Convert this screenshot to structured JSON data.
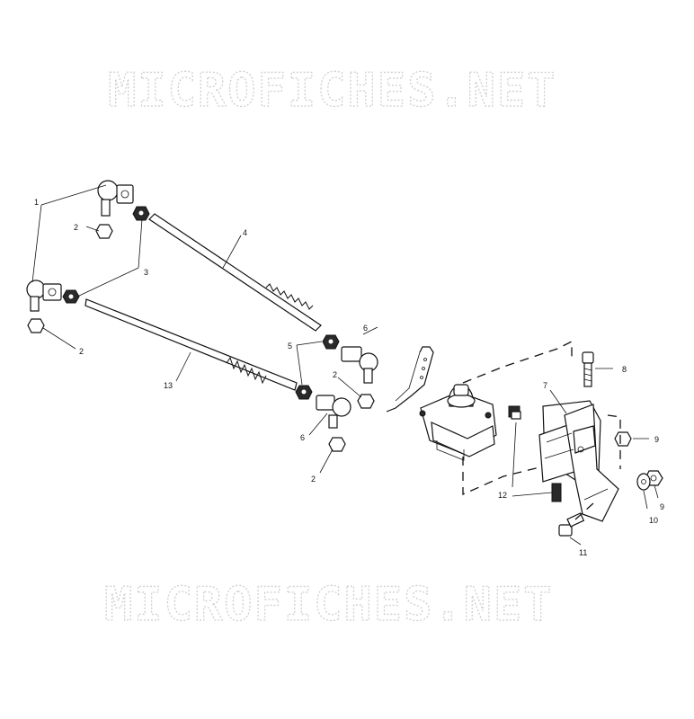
{
  "watermark": {
    "top": "MICROFICHES.NET",
    "bottom": "MICROFICHES.NET"
  },
  "callouts": [
    {
      "id": "c1",
      "text": "1"
    },
    {
      "id": "c2a",
      "text": "2"
    },
    {
      "id": "c2b",
      "text": "2"
    },
    {
      "id": "c2c",
      "text": "2"
    },
    {
      "id": "c2d",
      "text": "2"
    },
    {
      "id": "c3",
      "text": "3"
    },
    {
      "id": "c4",
      "text": "4"
    },
    {
      "id": "c5",
      "text": "5"
    },
    {
      "id": "c6a",
      "text": "6"
    },
    {
      "id": "c6b",
      "text": "6"
    },
    {
      "id": "c7",
      "text": "7"
    },
    {
      "id": "c8",
      "text": "8"
    },
    {
      "id": "c9a",
      "text": "9"
    },
    {
      "id": "c9b",
      "text": "9"
    },
    {
      "id": "c10",
      "text": "10"
    },
    {
      "id": "c11",
      "text": "11"
    },
    {
      "id": "c12",
      "text": "12"
    },
    {
      "id": "c13",
      "text": "13"
    }
  ]
}
